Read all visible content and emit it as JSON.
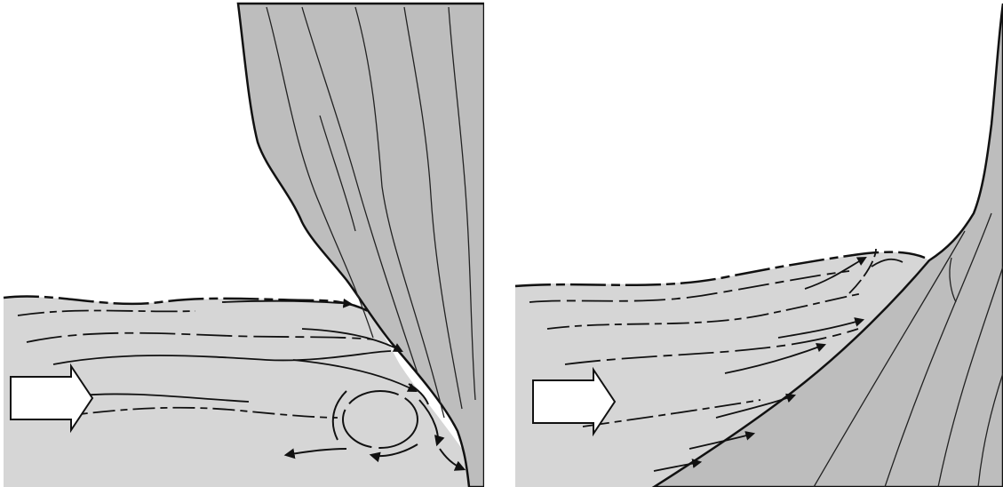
{
  "figure": {
    "panels": [
      {
        "id": "left",
        "description_label": ""
      },
      {
        "id": "right",
        "description_label": ""
      }
    ],
    "colors": {
      "water": "#d6d6d6",
      "rock": "#bdbdbd",
      "line": "#111111",
      "arrow_fill": "#ffffff"
    },
    "icons": [
      "flow-direction-arrow",
      "current-arrow"
    ]
  }
}
